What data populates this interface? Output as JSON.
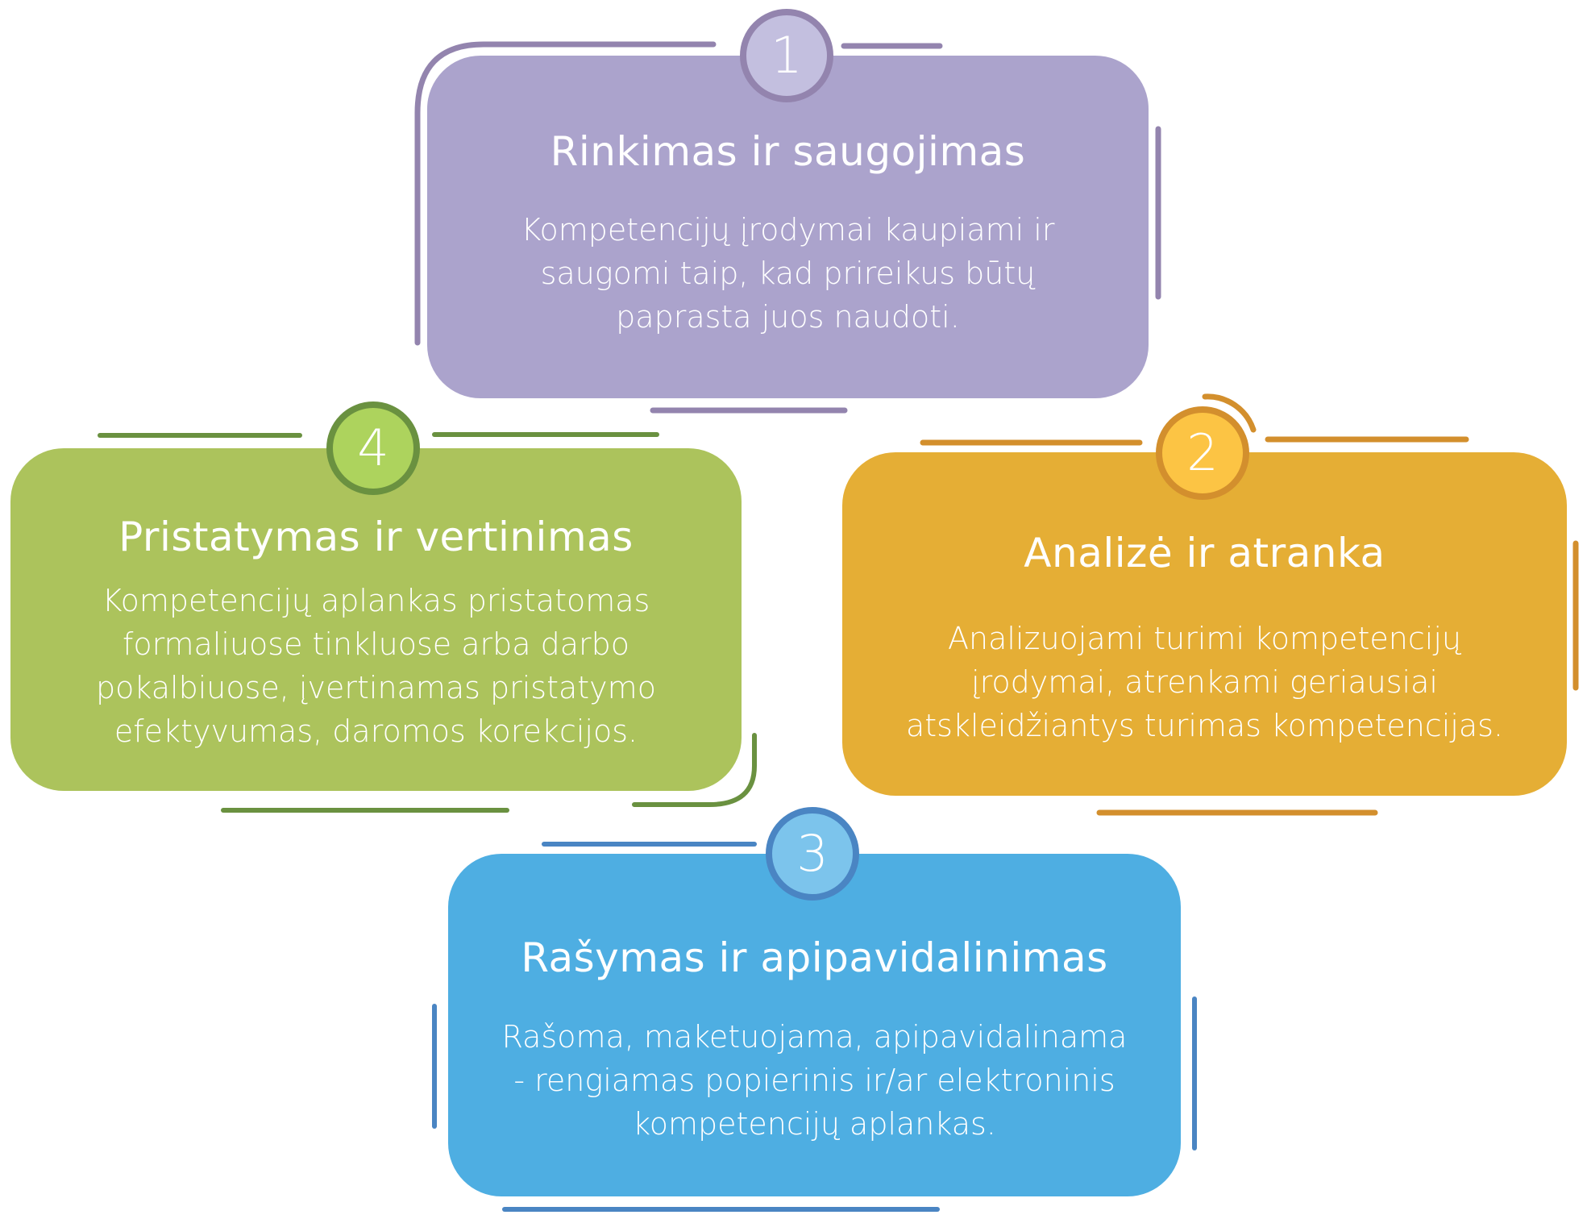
{
  "steps": [
    {
      "number": "1",
      "title": "Rinkimas ir saugojimas",
      "lines": [
        "Kompetencijų įrodymai kaupiami ir",
        "saugomi taip, kad prireikus būtų",
        "paprasta juos naudoti."
      ],
      "colors": {
        "card": "#aba3cc",
        "accent": "#9384ae",
        "badge": "#c3bfdf"
      }
    },
    {
      "number": "2",
      "title": "Analizė ir atranka",
      "lines": [
        "Analizuojami turimi kompetencijų",
        "įrodymai, atrenkami geriausiai",
        "atskleidžiantys turimas kompetencijas."
      ],
      "colors": {
        "card": "#e5ae35",
        "accent": "#d38f2d",
        "badge": "#fcc444"
      }
    },
    {
      "number": "3",
      "title": "Rašymas ir apipavidalinimas",
      "lines": [
        "Rašoma, maketuojama, apipavidalinama",
        "- rengiamas popierinis ir/ar elektroninis",
        "kompetencijų aplankas."
      ],
      "colors": {
        "card": "#4eaee2",
        "accent": "#4a85c3",
        "badge": "#7cc4ec"
      }
    },
    {
      "number": "4",
      "title": "Pristatymas ir vertinimas",
      "lines": [
        "Kompetencijų aplankas pristatomas",
        "formaliuose tinkluose arba darbo",
        "pokalbiuose, įvertinamas pristatymo",
        "efektyvumas, daromos korekcijos."
      ],
      "colors": {
        "card": "#acc35c",
        "accent": "#6a9140",
        "badge": "#add35d"
      }
    }
  ]
}
